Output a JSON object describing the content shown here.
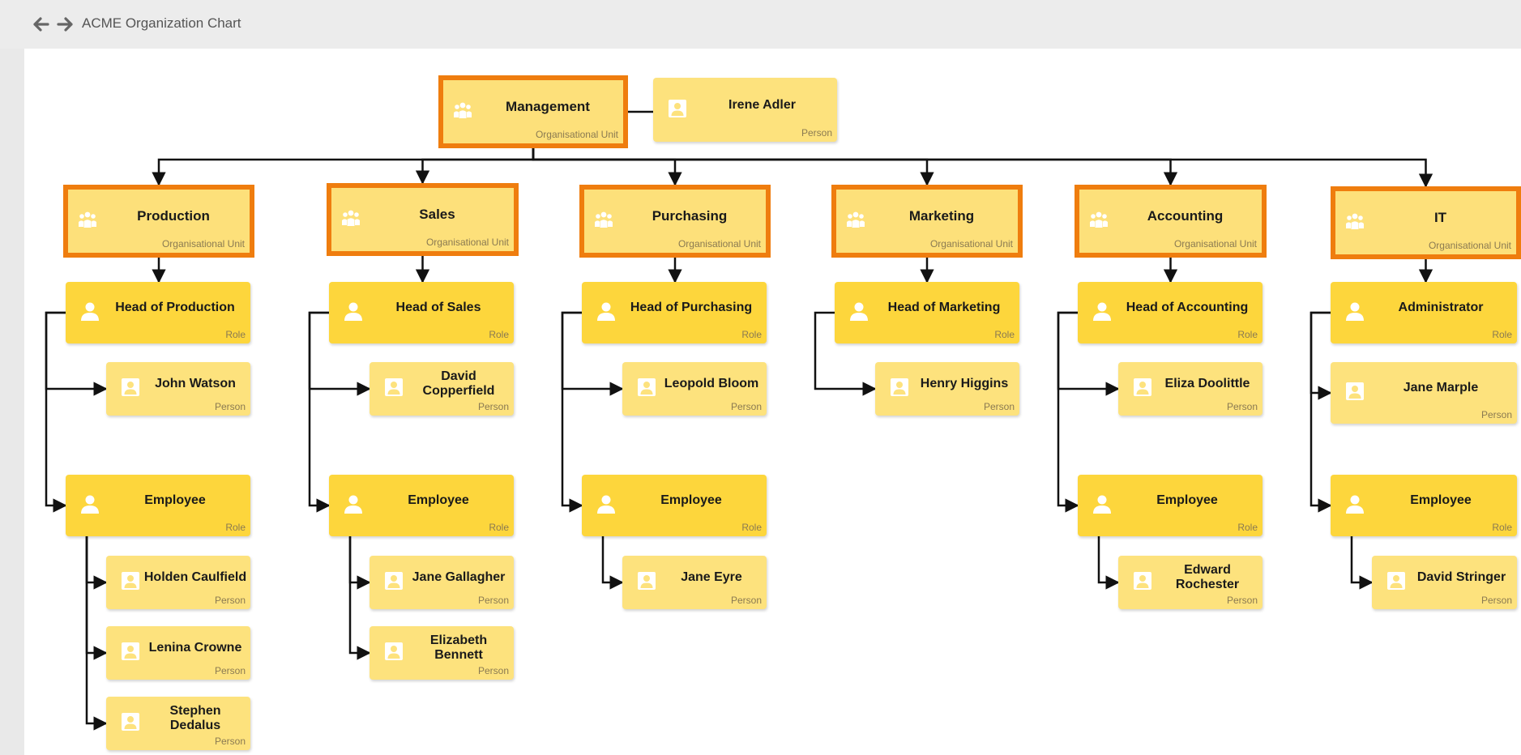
{
  "app": {
    "title": "ACME Organization Chart"
  },
  "icons": {
    "back": "arrow-left-icon",
    "forward": "arrow-right-icon",
    "unit": "group-icon",
    "role": "person-icon",
    "person": "id-card-icon"
  },
  "colors": {
    "unit_fill": "#fde07a",
    "unit_border": "#ef7d0e",
    "role_fill": "#fdd63c",
    "person_fill": "#fde27d",
    "link": "#111111"
  },
  "types": {
    "unit": "Organisational Unit",
    "role": "Role",
    "person": "Person"
  },
  "nodes": [
    {
      "id": "management",
      "kind": "unit",
      "label": "Management"
    },
    {
      "id": "irene",
      "kind": "person",
      "label": "Irene Adler"
    },
    {
      "id": "production",
      "kind": "unit",
      "label": "Production"
    },
    {
      "id": "sales",
      "kind": "unit",
      "label": "Sales"
    },
    {
      "id": "purchasing",
      "kind": "unit",
      "label": "Purchasing"
    },
    {
      "id": "marketing",
      "kind": "unit",
      "label": "Marketing"
    },
    {
      "id": "accounting",
      "kind": "unit",
      "label": "Accounting"
    },
    {
      "id": "it",
      "kind": "unit",
      "label": "IT"
    },
    {
      "id": "head-production",
      "kind": "role",
      "label": "Head of Production"
    },
    {
      "id": "john-watson",
      "kind": "person",
      "label": "John Watson"
    },
    {
      "id": "employee-production",
      "kind": "role",
      "label": "Employee"
    },
    {
      "id": "holden",
      "kind": "person",
      "label": "Holden Caulfield"
    },
    {
      "id": "lenina",
      "kind": "person",
      "label": "Lenina Crowne"
    },
    {
      "id": "stephen",
      "kind": "person",
      "label": "Stephen Dedalus"
    },
    {
      "id": "head-sales",
      "kind": "role",
      "label": "Head of Sales"
    },
    {
      "id": "david-copperfield",
      "kind": "person",
      "label": "David Copperfield"
    },
    {
      "id": "employee-sales",
      "kind": "role",
      "label": "Employee"
    },
    {
      "id": "jane-gallagher",
      "kind": "person",
      "label": "Jane Gallagher"
    },
    {
      "id": "elizabeth",
      "kind": "person",
      "label": "Elizabeth Bennett"
    },
    {
      "id": "head-purchasing",
      "kind": "role",
      "label": "Head of Purchasing"
    },
    {
      "id": "leopold",
      "kind": "person",
      "label": "Leopold Bloom"
    },
    {
      "id": "employee-purchasing",
      "kind": "role",
      "label": "Employee"
    },
    {
      "id": "jane-eyre",
      "kind": "person",
      "label": "Jane Eyre"
    },
    {
      "id": "head-marketing",
      "kind": "role",
      "label": "Head of Marketing"
    },
    {
      "id": "henry",
      "kind": "person",
      "label": "Henry Higgins"
    },
    {
      "id": "head-accounting",
      "kind": "role",
      "label": "Head of Accounting"
    },
    {
      "id": "eliza",
      "kind": "person",
      "label": "Eliza Doolittle"
    },
    {
      "id": "employee-accounting",
      "kind": "role",
      "label": "Employee"
    },
    {
      "id": "edward",
      "kind": "person",
      "label": "Edward Rochester"
    },
    {
      "id": "administrator",
      "kind": "role",
      "label": "Administrator"
    },
    {
      "id": "jane-marple",
      "kind": "person",
      "label": "Jane Marple"
    },
    {
      "id": "employee-it",
      "kind": "role",
      "label": "Employee"
    },
    {
      "id": "david-stringer",
      "kind": "person",
      "label": "David Stringer"
    }
  ],
  "edges": [
    {
      "from": "irene",
      "to": "management"
    },
    {
      "from": "management",
      "to": "production"
    },
    {
      "from": "management",
      "to": "sales"
    },
    {
      "from": "management",
      "to": "purchasing"
    },
    {
      "from": "management",
      "to": "marketing"
    },
    {
      "from": "management",
      "to": "accounting"
    },
    {
      "from": "management",
      "to": "it"
    },
    {
      "from": "production",
      "to": "head-production"
    },
    {
      "from": "head-production",
      "to": "john-watson"
    },
    {
      "from": "head-production",
      "to": "employee-production"
    },
    {
      "from": "employee-production",
      "to": "holden"
    },
    {
      "from": "employee-production",
      "to": "lenina"
    },
    {
      "from": "employee-production",
      "to": "stephen"
    },
    {
      "from": "sales",
      "to": "head-sales"
    },
    {
      "from": "head-sales",
      "to": "david-copperfield"
    },
    {
      "from": "head-sales",
      "to": "employee-sales"
    },
    {
      "from": "employee-sales",
      "to": "jane-gallagher"
    },
    {
      "from": "employee-sales",
      "to": "elizabeth"
    },
    {
      "from": "purchasing",
      "to": "head-purchasing"
    },
    {
      "from": "head-purchasing",
      "to": "leopold"
    },
    {
      "from": "head-purchasing",
      "to": "employee-purchasing"
    },
    {
      "from": "employee-purchasing",
      "to": "jane-eyre"
    },
    {
      "from": "marketing",
      "to": "head-marketing"
    },
    {
      "from": "head-marketing",
      "to": "henry"
    },
    {
      "from": "accounting",
      "to": "head-accounting"
    },
    {
      "from": "head-accounting",
      "to": "eliza"
    },
    {
      "from": "head-accounting",
      "to": "employee-accounting"
    },
    {
      "from": "employee-accounting",
      "to": "edward"
    },
    {
      "from": "it",
      "to": "administrator"
    },
    {
      "from": "administrator",
      "to": "jane-marple"
    },
    {
      "from": "administrator",
      "to": "employee-it"
    },
    {
      "from": "employee-it",
      "to": "david-stringer"
    }
  ]
}
